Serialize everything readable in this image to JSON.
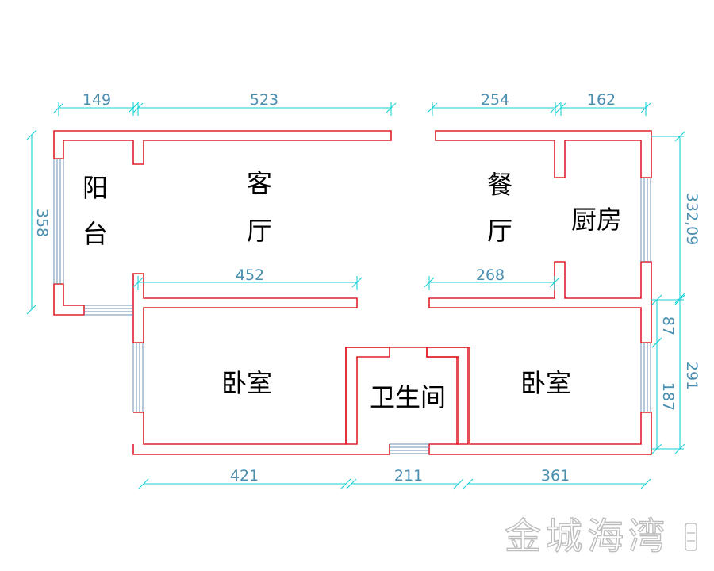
{
  "colors": {
    "wall": "#e0202a",
    "dimension": "#17d1d6",
    "window": "#6f8fb0",
    "text": "#000000",
    "watermark": "#bdbdbd"
  },
  "rooms": {
    "balcony": [
      "阳",
      "台"
    ],
    "living": [
      "客",
      "厅"
    ],
    "dining": [
      "餐",
      "厅"
    ],
    "kitchen": "厨房",
    "bedroom_left": "卧室",
    "bathroom": "卫生间",
    "bedroom_right": "卧室"
  },
  "dimensions": {
    "top": [
      "149",
      "523",
      "254",
      "162"
    ],
    "inner": [
      "452",
      "268"
    ],
    "bottom": [
      "421",
      "211",
      "361"
    ],
    "left": "358",
    "right": [
      "332,09",
      "87",
      "187",
      "291"
    ]
  },
  "watermark": "金城海湾"
}
